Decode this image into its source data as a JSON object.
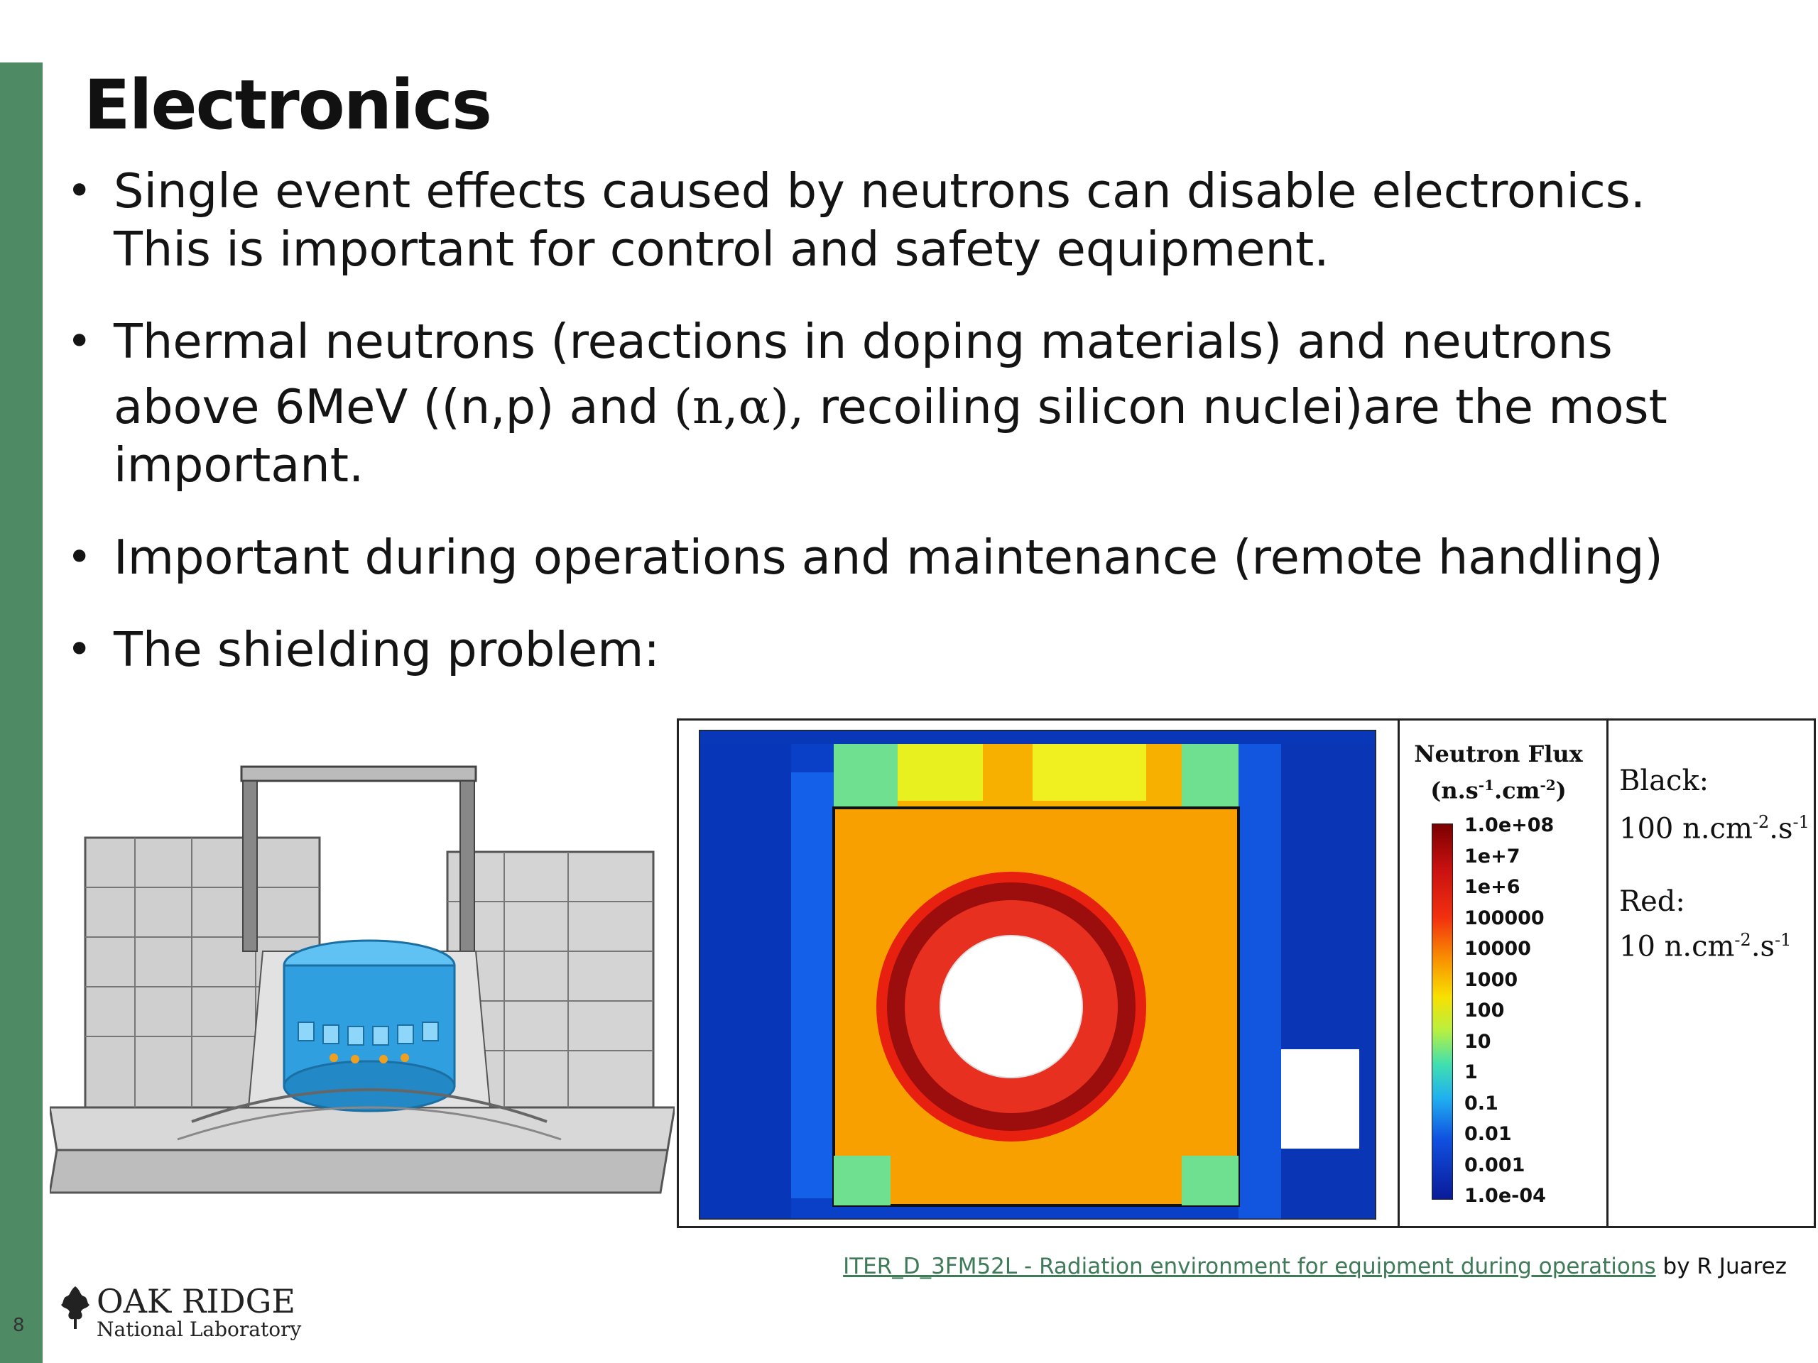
{
  "slide": {
    "title": "Electronics",
    "page_number": "8",
    "bullets": [
      {
        "lines": [
          "Single event effects caused by neutrons can disable electronics.",
          "This is important for control and safety equipment."
        ]
      },
      {
        "line1": "Thermal neutrons (reactions in doping materials) and neutrons",
        "line2_a": "above 6MeV ((n,p) and ",
        "line2_b": "(n,α), ",
        "line2_c": "recoiling silicon nuclei)are the most",
        "line3": "important."
      },
      {
        "text": "Important during operations and maintenance (remote handling)"
      },
      {
        "text": "The shielding problem:"
      }
    ]
  },
  "figure": {
    "legend_title": "Neutron Flux",
    "legend_units": "(n.s-1.cm-2)",
    "legend_units_parts": {
      "a": "(n.s",
      "s1": "-1",
      "b": ".cm",
      "s2": "-2",
      "c": ")"
    },
    "colorbar_ticks": [
      "1.0e+08",
      "1e+7",
      "1e+6",
      "100000",
      "10000",
      "1000",
      "100",
      "10",
      "1",
      "0.1",
      "0.01",
      "0.001",
      "1.0e-04"
    ],
    "notes": {
      "black_label": "Black:",
      "black_value": "100 n.cm",
      "black_exp1": "-2",
      "black_mid": ".s",
      "black_exp2": "-1",
      "red_label": "Red:",
      "red_value": "10 n.cm",
      "red_exp1": "-2",
      "red_mid": ".s",
      "red_exp2": "-1"
    }
  },
  "caption": {
    "link_text": "ITER_D_3FM52L - Radiation environment for equipment during operations",
    "author": " by R Juarez"
  },
  "logo": {
    "line1": "OAK RIDGE",
    "line2": "National Laboratory"
  },
  "colors": {
    "accent_green": "#4e8a64",
    "link_green": "#3f7b59"
  }
}
